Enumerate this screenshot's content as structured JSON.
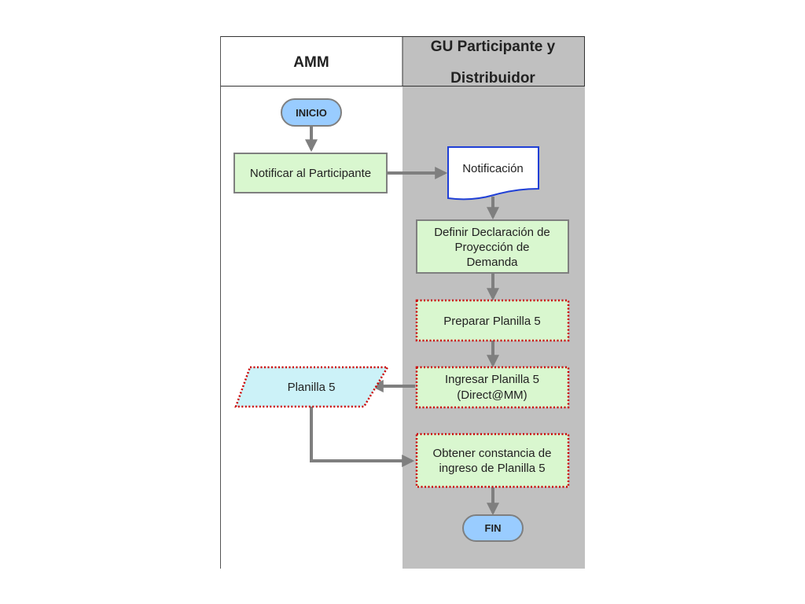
{
  "lanes": {
    "left_title": "AMM",
    "right_title_line1": "GU Participante y",
    "right_title_line2": "Distribuidor"
  },
  "nodes": {
    "start": "INICIO",
    "notify": "Notificar al Participante",
    "notification_doc": "Notificación",
    "define_line1": "Definir Declaración de",
    "define_line2": "Proyección de",
    "define_line3": "Demanda",
    "prepare": "Preparar Planilla 5",
    "enter_line1": "Ingresar Planilla 5",
    "enter_line2": "(Direct@MM)",
    "planilla": "Planilla 5",
    "obtain_line1": "Obtener constancia de",
    "obtain_line2": "ingreso de Planilla 5",
    "end": "FIN"
  },
  "colors": {
    "lane_shade": "#c0c0c0",
    "terminal_fill": "#99ccff",
    "process_fill": "#d9f7cf",
    "process_border": "#7f7f7f",
    "document_border": "#1f3fd6",
    "dotted_border": "#cc0000",
    "data_fill": "#ccf2f8",
    "arrow": "#7f7f7f"
  }
}
